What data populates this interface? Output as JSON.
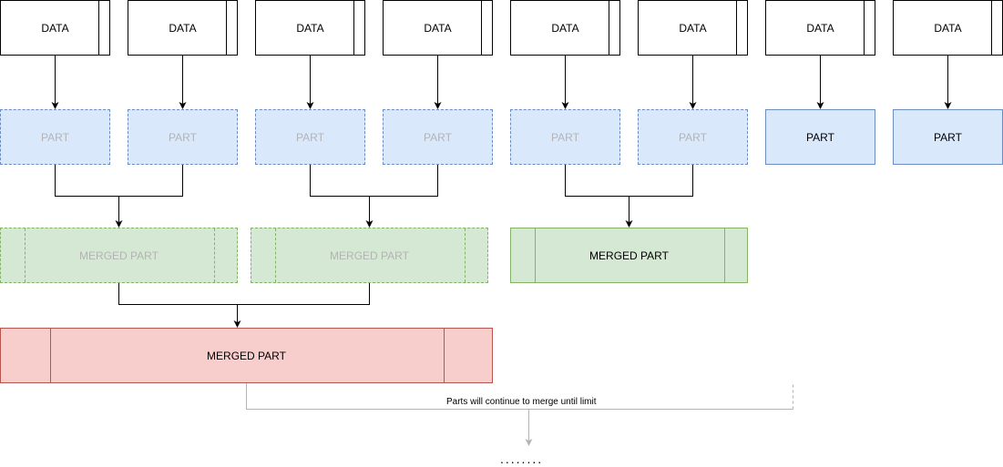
{
  "data_boxes": [
    "DATA",
    "DATA",
    "DATA",
    "DATA",
    "DATA",
    "DATA",
    "DATA",
    "DATA"
  ],
  "parts": [
    "PART",
    "PART",
    "PART",
    "PART",
    "PART",
    "PART",
    "PART",
    "PART"
  ],
  "merged_parts": [
    "MERGED PART",
    "MERGED PART",
    "MERGED PART"
  ],
  "final_merged": "MERGED PART",
  "note": "Parts will continue to merge until limit",
  "ellipsis": "........",
  "colors": {
    "data_border": "#000000",
    "part_fill": "#dae8fc",
    "part_border": "#6c8ebf",
    "merged_fill": "#d5e8d4",
    "merged_border": "#82b366",
    "final_fill": "#f8cecc",
    "final_border": "#b85450",
    "faded_text": "#b3b3b3",
    "faded_connector": "#b3b3b3"
  }
}
